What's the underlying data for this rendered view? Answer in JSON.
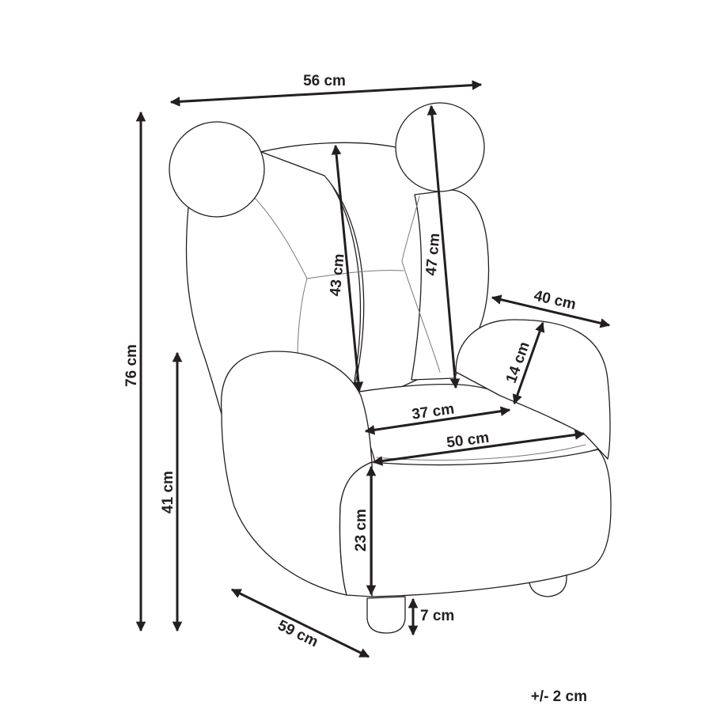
{
  "dimensions": {
    "overall_width": "56 cm",
    "overall_height": "76 cm",
    "seat_height": "41 cm",
    "backrest_height": "43 cm",
    "back_height_top": "47 cm",
    "armrest_depth": "40 cm",
    "armrest_height": "14 cm",
    "seat_depth_inner": "37 cm",
    "seat_width": "50 cm",
    "seat_front_height": "23 cm",
    "leg_height": "7 cm",
    "overall_depth": "59 cm"
  },
  "tolerance": "+/- 2 cm",
  "colors": {
    "line": "#231f20",
    "seam": "#7a7a7a",
    "background": "#ffffff"
  }
}
